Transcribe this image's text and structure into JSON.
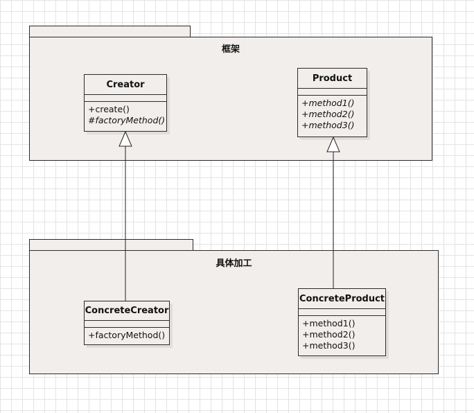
{
  "packages": {
    "framework": {
      "title": "框架"
    },
    "concrete": {
      "title": "具体加工"
    }
  },
  "classes": {
    "creator": {
      "name": "Creator",
      "operations": [
        {
          "text": "+create()",
          "abstract": false
        },
        {
          "text": "#factoryMethod()",
          "abstract": true
        }
      ]
    },
    "product": {
      "name": "Product",
      "operations": [
        {
          "text": "+method1()",
          "abstract": true
        },
        {
          "text": "+method2()",
          "abstract": true
        },
        {
          "text": "+method3()",
          "abstract": true
        }
      ]
    },
    "concrete_creator": {
      "name": "ConcreteCreator",
      "operations": [
        {
          "text": "+factoryMethod()",
          "abstract": false
        }
      ]
    },
    "concrete_product": {
      "name": "ConcreteProduct",
      "operations": [
        {
          "text": "+method1()",
          "abstract": false
        },
        {
          "text": "+method2()",
          "abstract": false
        },
        {
          "text": "+method3()",
          "abstract": false
        }
      ]
    }
  }
}
